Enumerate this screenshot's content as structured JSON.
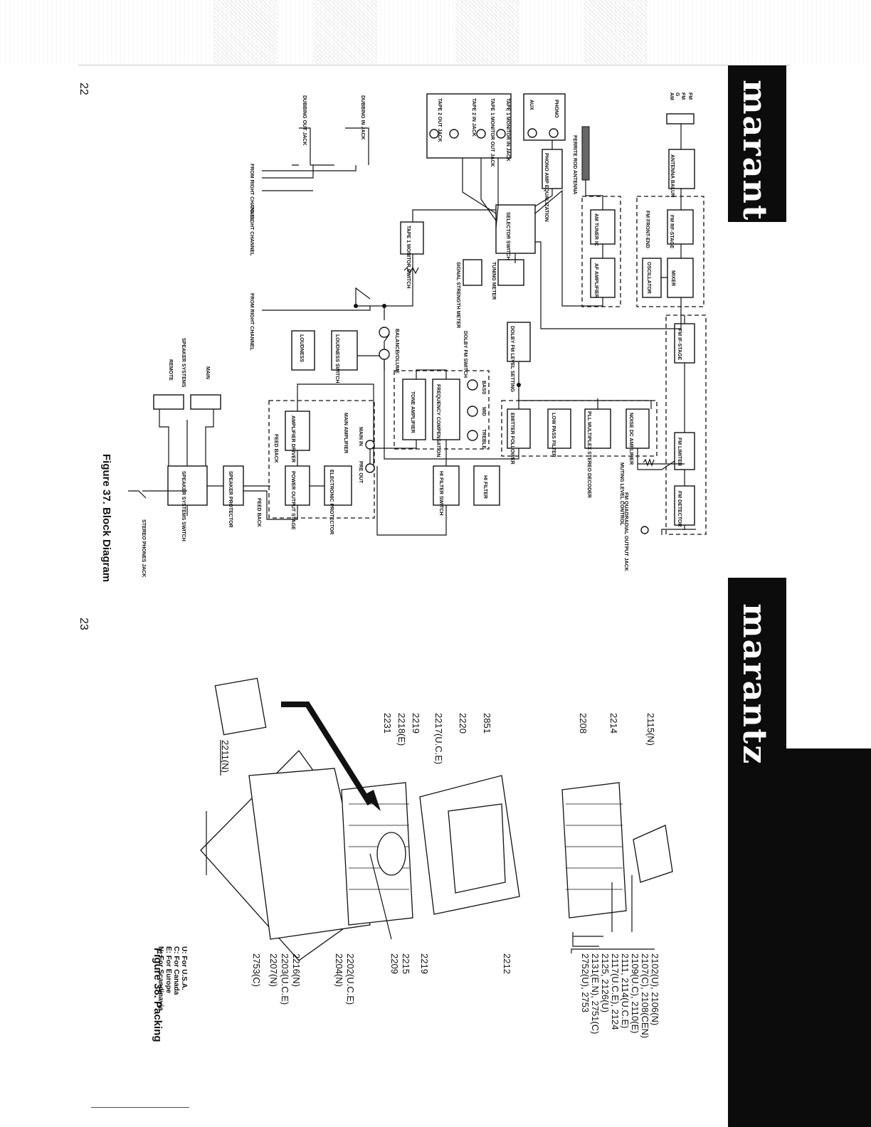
{
  "header": {
    "brand": "marantz",
    "page_left": "22",
    "page_right": "23"
  },
  "block_diagram": {
    "caption": "Figure 37. Block Diagram",
    "inputs": {
      "antenna_terminals": [
        "FM",
        "FM",
        "G",
        "AM"
      ],
      "phono": "PHONO",
      "aux": "AUX",
      "tape": [
        "TAPE 1 MONITOR IN JACK",
        "TAPE 1 MONITOR OUT JACK",
        "TAPE 2 IN JACK",
        "TAPE 2 OUT JACK"
      ],
      "dubbing_in": "DUBBING IN JACK",
      "dubbing_out": "DUBBING OUT JACK"
    },
    "blocks": {
      "antenna_balun": "ANTENNA BALUN",
      "ferrite_rod": "FERRITE ROD ANTENNA",
      "phono_amp": "PHONO AMP EQUALIZATION",
      "fm_rf_stage": "FM RF-STAGE",
      "fm_front_end": "FM FRONT-END",
      "mixer": "MIXER",
      "oscillator": "OSCILLATOR",
      "am_tuner_ic": "AM TUNER IC",
      "af_amplifier": "AF AMPLIFIER",
      "selector_switch": "SELECTOR SWITCH",
      "tape1_monitor_switch": "TAPE 1 MONITOR SWITCH",
      "tuning_meter": "TUNING METER",
      "signal_strength_meter": "SIGNAL STRENGTH METER",
      "fm_if_stage": "FM IF-STAGE",
      "fm_limiter": "FM LIMITER",
      "fm_detector": "FM DETECTOR",
      "fm_quadradial_jack": "FM QUADRADIAL OUTPUT JACK",
      "muting_level": "MUTING LEVEL CONTROL",
      "dolby_fm_level": "DOLBY FM LEVEL SETTING",
      "dolby_fm_switch": "DOLBY FM SWITCH",
      "noise_dc_amp": "NOISE DC AMPLIFIER",
      "pll_mpx": "PLL MULTIPLEX STEREO DECODER",
      "low_pass": "LOW PASS FILTER",
      "emitter_follower": "EMITTER FOLLOWER",
      "balance": "BALANCE",
      "volume": "VOLUME",
      "loudness_switch": "LOUDNESS SWITCH",
      "loudness": "LOUDNESS",
      "bass": "BASS",
      "mid": "MID",
      "treble": "TREBLE",
      "frequency_comp": "FREQUENCY COMPENSATION",
      "tone_amp": "TONE AMPLIFIER",
      "main_in": "MAIN IN",
      "pre_out": "PRE OUT",
      "hi_filter": "HI FILTER",
      "hi_filter_switch": "HI FILTER SWITCH",
      "main_amplifier": "MAIN AMPLIFIER",
      "amp_driver": "AMPLIFIER DRIVER",
      "power_output": "POWER OUTPUT STAGE",
      "electronic_protector": "ELECTRONIC PROTECTOR",
      "feed_back_1": "FEED BACK",
      "feed_back_2": "FEED BACK",
      "speaker_protector": "SPEAKER PROTECTOR",
      "speaker_switch": "SPEAKER SYSTEMS SWITCH",
      "stereo_phones": "STEREO PHONES JACK",
      "speaker_systems": "SPEAKER SYSTEMS",
      "main": "MAIN",
      "remote": "REMOTE",
      "from_right_1": "FROM RIGHT CHANNEL",
      "to_right": "TO RIGHT CHANNEL",
      "from_right_2": "FROM RIGHT CHANNEL"
    }
  },
  "packing": {
    "caption": "Figure 38. Packing",
    "legend": [
      "U: For U.S.A.",
      "C: For Canada",
      "E: For Europe",
      "N: For Scandinavia"
    ],
    "parts_top": [
      "2115(N)",
      "2214",
      "2208",
      "2851",
      "2220",
      "2217(U.C.E)",
      "2219",
      "2218(E)",
      "2231"
    ],
    "parts_left": [
      "2211(N)"
    ],
    "parts_right": [
      "2212",
      "2219",
      "2215",
      "2209",
      "2202(U.C.E)",
      "2204(N)",
      "2216(N)",
      "2203(U.C.E)",
      "2207(N)",
      "2753(C)"
    ],
    "parts_bracket": [
      "2102(U), 2106(N)",
      "2107(C), 2108(CEN)",
      "2109(U.C), 2110(E)",
      "2111, 2114(U.C.E)",
      "2117(U.C.E), 2124",
      "2125, 2126(U)",
      "2131(E.N), 2751(C)",
      "2752(U), 2753"
    ]
  }
}
